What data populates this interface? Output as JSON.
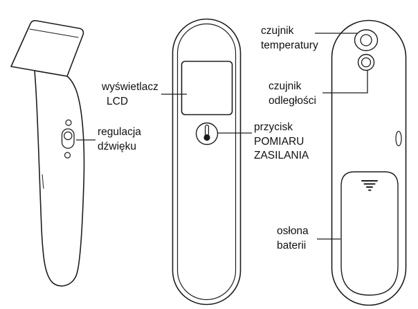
{
  "diagram": {
    "labels": {
      "lcd": {
        "lines": [
          "wyświetlacz",
          "LCD"
        ]
      },
      "volume": {
        "lines": [
          "regulacja",
          "dźwięku"
        ]
      },
      "temp_sensor": {
        "lines": [
          "czujnik",
          "temperatury"
        ]
      },
      "distance_sensor": {
        "lines": [
          "czujnik",
          "odległości"
        ]
      },
      "power_button": {
        "lines": [
          "przycisk",
          "POMIARU",
          "ZASILANIA"
        ]
      },
      "battery_cover": {
        "lines": [
          "osłona",
          "baterii"
        ]
      }
    },
    "colors": {
      "line": "#1c1c1c",
      "background": "#ffffff"
    }
  }
}
